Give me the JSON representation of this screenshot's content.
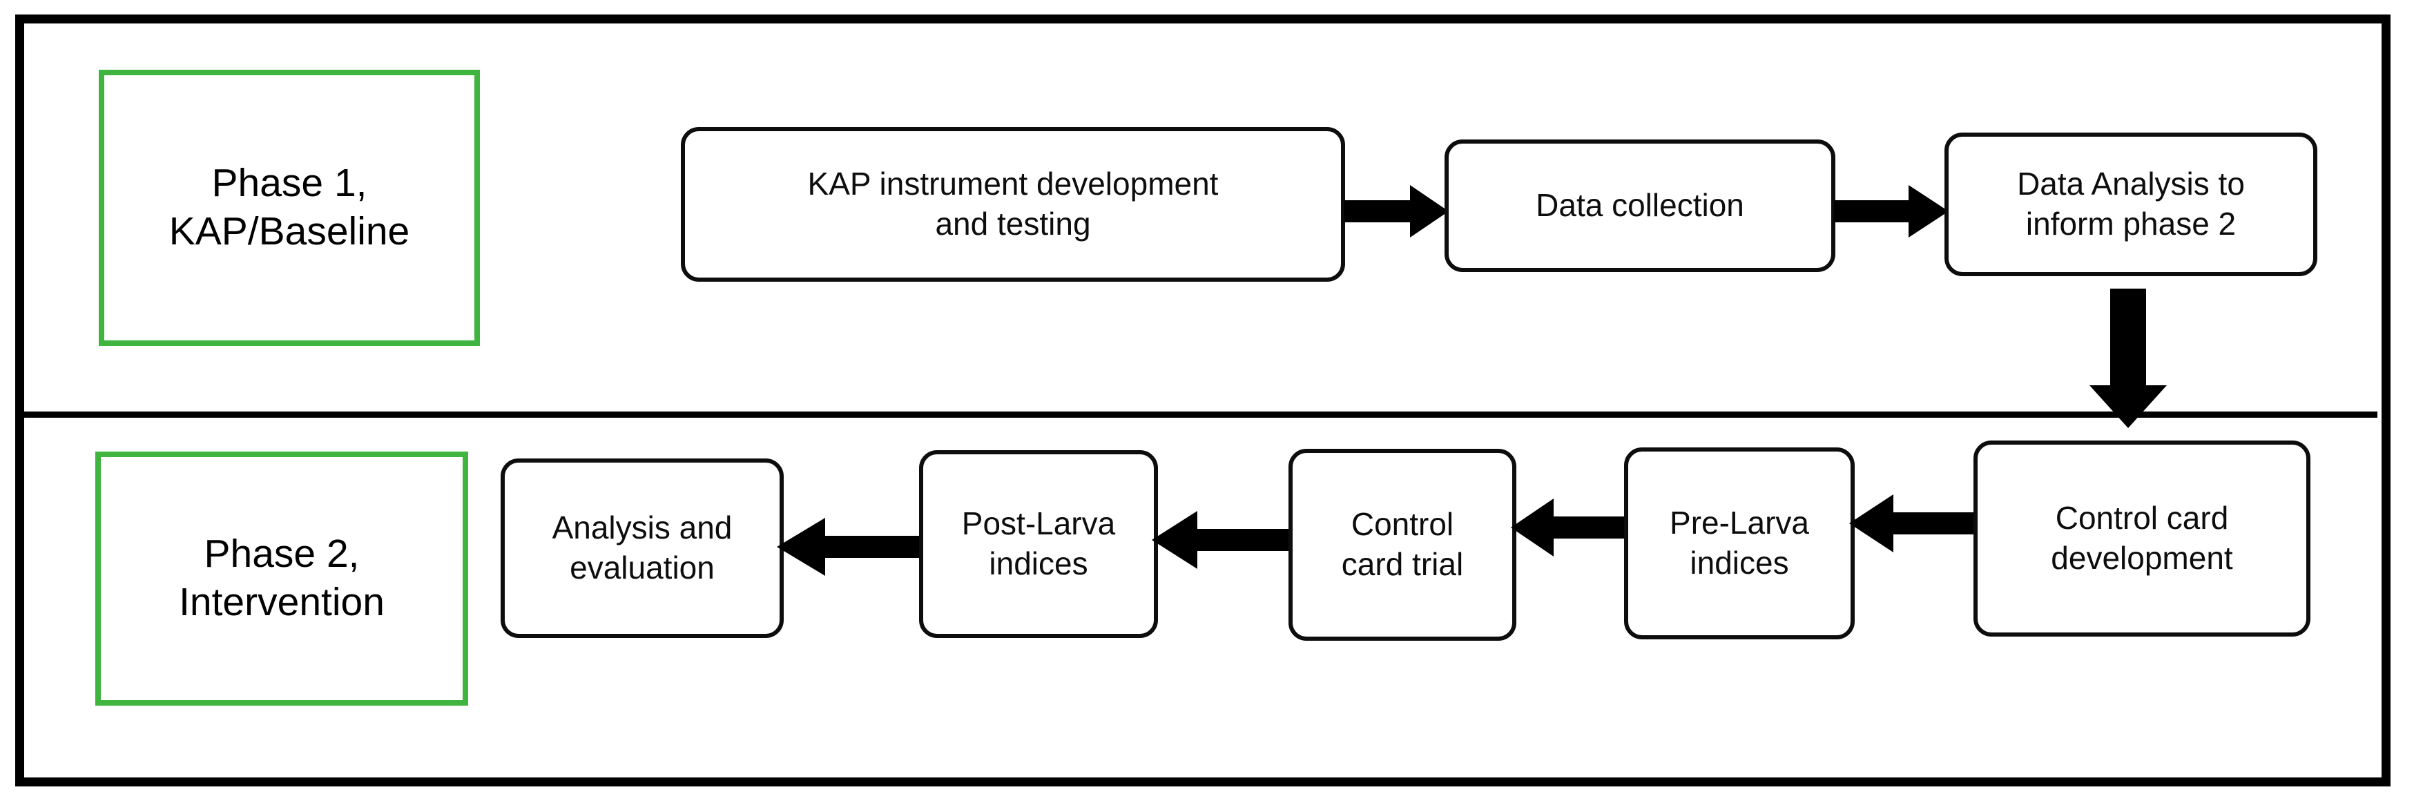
{
  "figure": {
    "type": "flowchart",
    "orientation": "two-row-phased",
    "frame_color": "#000000",
    "phase_label_border_color": "#3fb43f",
    "box_border_color": "#0d0d0d",
    "arrow_color": "#000000"
  },
  "phases": [
    {
      "id": "phase-1",
      "label": "Phase 1,\nKAP/Baseline",
      "flow_direction": "left-to-right",
      "steps": [
        {
          "id": "kap-instrument",
          "label": "KAP instrument development\nand testing"
        },
        {
          "id": "data-collection",
          "label": "Data collection"
        },
        {
          "id": "data-analysis",
          "label": "Data Analysis to\ninform phase 2"
        }
      ]
    },
    {
      "id": "phase-2",
      "label": "Phase 2,\nIntervention",
      "flow_direction": "right-to-left",
      "steps": [
        {
          "id": "control-card-development",
          "label": "Control card\ndevelopment"
        },
        {
          "id": "pre-larva-indices",
          "label": "Pre-Larva\nindices"
        },
        {
          "id": "control-card-trial",
          "label": "Control\ncard trial"
        },
        {
          "id": "post-larva-indices",
          "label": "Post-Larva\nindices"
        },
        {
          "id": "analysis-and-evaluation",
          "label": "Analysis and\nevaluation"
        }
      ]
    }
  ],
  "connectors": [
    {
      "id": "kap-to-datacoll",
      "from": "kap-instrument",
      "to": "data-collection",
      "direction": "right",
      "icon": "block-arrow-right-icon"
    },
    {
      "id": "datacoll-to-analysis",
      "from": "data-collection",
      "to": "data-analysis",
      "direction": "right",
      "icon": "block-arrow-right-icon"
    },
    {
      "id": "phase1-to-phase2",
      "from": "data-analysis",
      "to": "control-card-development",
      "direction": "down",
      "icon": "block-arrow-down-icon"
    },
    {
      "id": "dev-to-pre",
      "from": "control-card-development",
      "to": "pre-larva-indices",
      "direction": "left",
      "icon": "block-arrow-left-icon"
    },
    {
      "id": "pre-to-trial",
      "from": "pre-larva-indices",
      "to": "control-card-trial",
      "direction": "left",
      "icon": "block-arrow-left-icon"
    },
    {
      "id": "trial-to-post",
      "from": "control-card-trial",
      "to": "post-larva-indices",
      "direction": "left",
      "icon": "block-arrow-left-icon"
    },
    {
      "id": "post-to-analysis",
      "from": "post-larva-indices",
      "to": "analysis-and-evaluation",
      "direction": "left",
      "icon": "block-arrow-left-icon"
    }
  ]
}
